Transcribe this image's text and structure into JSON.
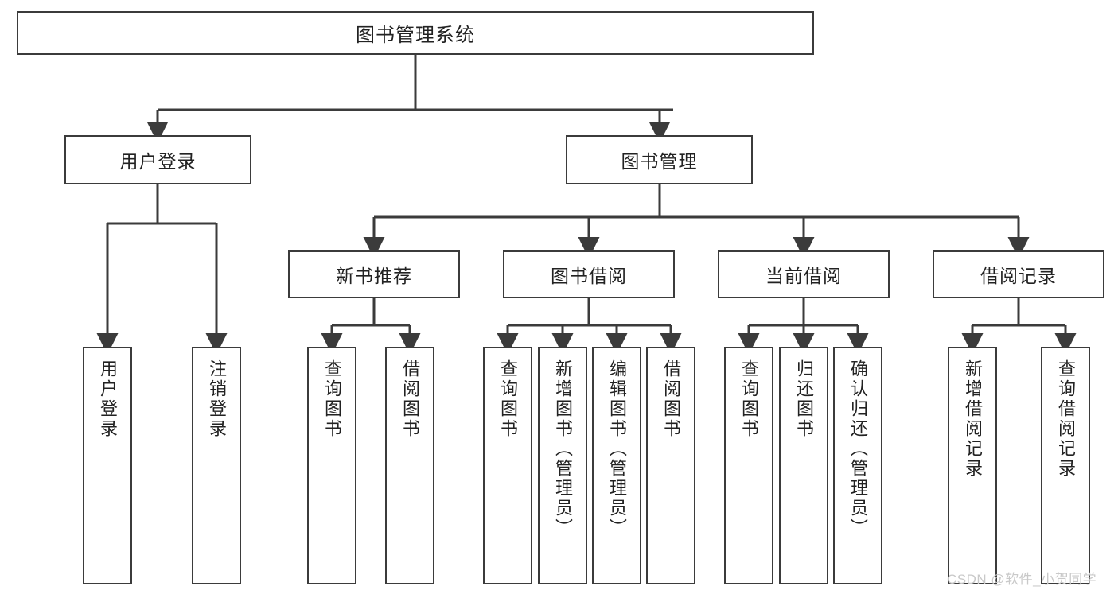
{
  "diagram": {
    "title": "图书管理系统",
    "type": "tree-hierarchy-diagram",
    "colors": {
      "box_border": "#3b3b3b",
      "box_fill": "#ffffff",
      "edge": "#3b3b3b",
      "text": "#222222",
      "watermark": "#c9c9c9",
      "background": "#ffffff"
    },
    "levels": {
      "level1": [
        {
          "id": "root",
          "label": "图书管理系统",
          "orientation": "horizontal"
        }
      ],
      "level2": [
        {
          "id": "user-login",
          "label": "用户登录",
          "orientation": "horizontal"
        },
        {
          "id": "book-manage",
          "label": "图书管理",
          "orientation": "horizontal"
        }
      ],
      "level3": [
        {
          "id": "new-book-rec",
          "label": "新书推荐",
          "orientation": "horizontal"
        },
        {
          "id": "book-borrow",
          "label": "图书借阅",
          "orientation": "horizontal"
        },
        {
          "id": "current-borrow",
          "label": "当前借阅",
          "orientation": "horizontal"
        },
        {
          "id": "borrow-record",
          "label": "借阅记录",
          "orientation": "horizontal"
        }
      ],
      "level4": [
        {
          "id": "leaf-user-login",
          "label": "用户登录",
          "orientation": "vertical",
          "parent": "user-login"
        },
        {
          "id": "leaf-logout",
          "label": "注销登录",
          "orientation": "vertical",
          "parent": "user-login"
        },
        {
          "id": "leaf-query-book-1",
          "label": "查询图书",
          "orientation": "vertical",
          "parent": "new-book-rec"
        },
        {
          "id": "leaf-borrow-book-1",
          "label": "借阅图书",
          "orientation": "vertical",
          "parent": "new-book-rec"
        },
        {
          "id": "leaf-query-book-2",
          "label": "查询图书",
          "orientation": "vertical",
          "parent": "book-borrow"
        },
        {
          "id": "leaf-add-book",
          "label": "新增图书（管理员）",
          "orientation": "vertical",
          "parent": "book-borrow"
        },
        {
          "id": "leaf-edit-book",
          "label": "编辑图书（管理员）",
          "orientation": "vertical",
          "parent": "book-borrow"
        },
        {
          "id": "leaf-borrow-book-2",
          "label": "借阅图书",
          "orientation": "vertical",
          "parent": "book-borrow"
        },
        {
          "id": "leaf-query-book-3",
          "label": "查询图书",
          "orientation": "vertical",
          "parent": "current-borrow"
        },
        {
          "id": "leaf-return-book",
          "label": "归还图书",
          "orientation": "vertical",
          "parent": "current-borrow"
        },
        {
          "id": "leaf-confirm-return",
          "label": "确认归还（管理员）",
          "orientation": "vertical",
          "parent": "current-borrow"
        },
        {
          "id": "leaf-add-record",
          "label": "新增借阅记录",
          "orientation": "vertical",
          "parent": "borrow-record"
        },
        {
          "id": "leaf-query-record",
          "label": "查询借阅记录",
          "orientation": "vertical",
          "parent": "borrow-record"
        }
      ]
    }
  },
  "watermark": {
    "text": "CSDN @软件_小贺同学"
  }
}
